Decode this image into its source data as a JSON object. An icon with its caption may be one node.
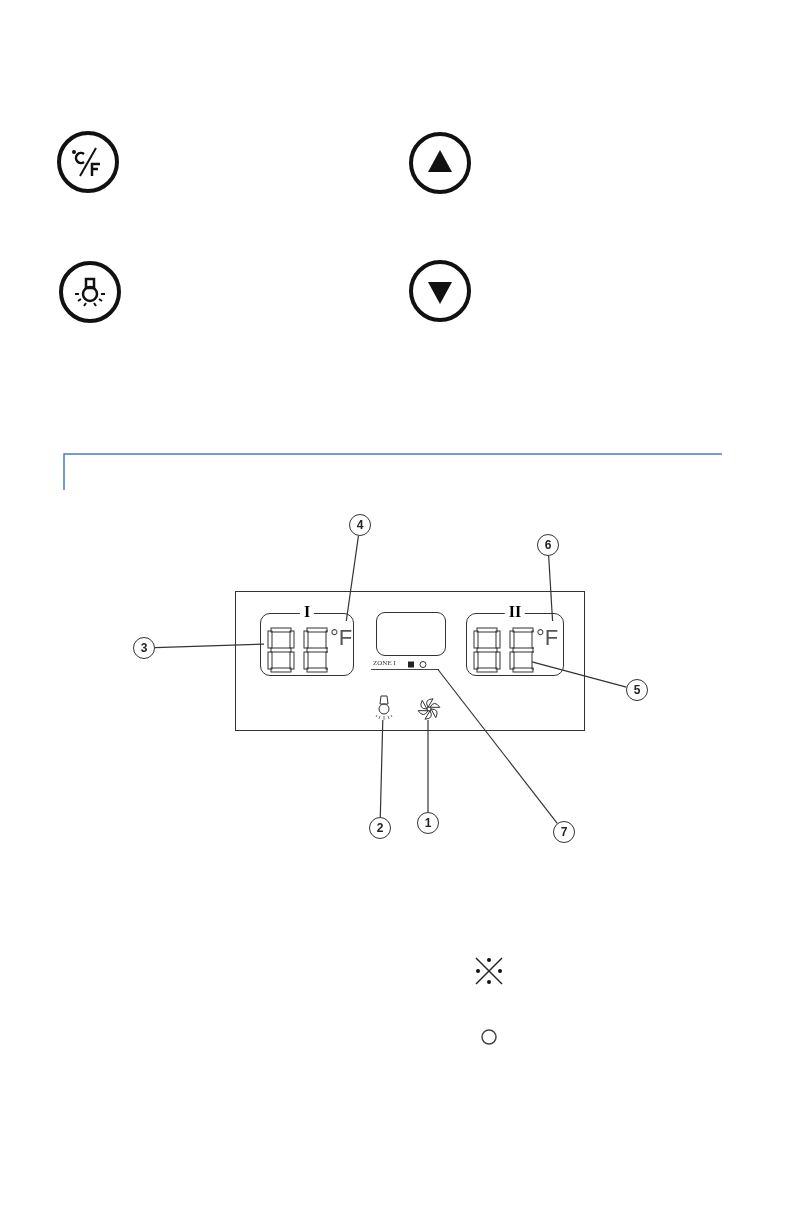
{
  "diagram": {
    "nodes": [
      {
        "text": [
          "4"
        ]
      },
      {
        "text": [
          "6"
        ]
      },
      {
        "text": [],
        "shape": "box"
      },
      {
        "text": [
          "I"
        ],
        "in": 2
      },
      {
        "text": [],
        "shape": "display",
        "in": 3
      },
      {
        "text": [
          "°F"
        ],
        "in": 3
      },
      {
        "text": [],
        "shape": "box",
        "in": 2
      },
      {
        "text": [
          "II"
        ],
        "in": 2
      },
      {
        "text": [],
        "shape": "display",
        "in": 7
      },
      {
        "text": [
          "°F"
        ],
        "in": 7
      },
      {
        "text": [
          "ZONE I"
        ],
        "in": 2
      },
      {
        "text": [],
        "shape": "bulb",
        "in": 2
      },
      {
        "text": [],
        "shape": "fan",
        "in": 2
      },
      {
        "text": [
          "3"
        ]
      },
      {
        "text": [
          "5"
        ]
      },
      {
        "text": [
          "2"
        ]
      },
      {
        "text": [
          "1"
        ]
      },
      {
        "text": [
          "7"
        ]
      }
    ],
    "edges": [
      {
        "from": 13,
        "to": 4,
        "arrow": "none"
      },
      {
        "from": 0,
        "to": 5,
        "arrow": "none"
      },
      {
        "from": 1,
        "to": 9,
        "arrow": "none"
      },
      {
        "from": 14,
        "to": 8,
        "arrow": "none"
      },
      {
        "from": 15,
        "to": 11,
        "arrow": "none"
      },
      {
        "from": 16,
        "to": 12,
        "arrow": "none"
      },
      {
        "from": 17,
        "to": 10,
        "arrow": "none"
      }
    ]
  }
}
